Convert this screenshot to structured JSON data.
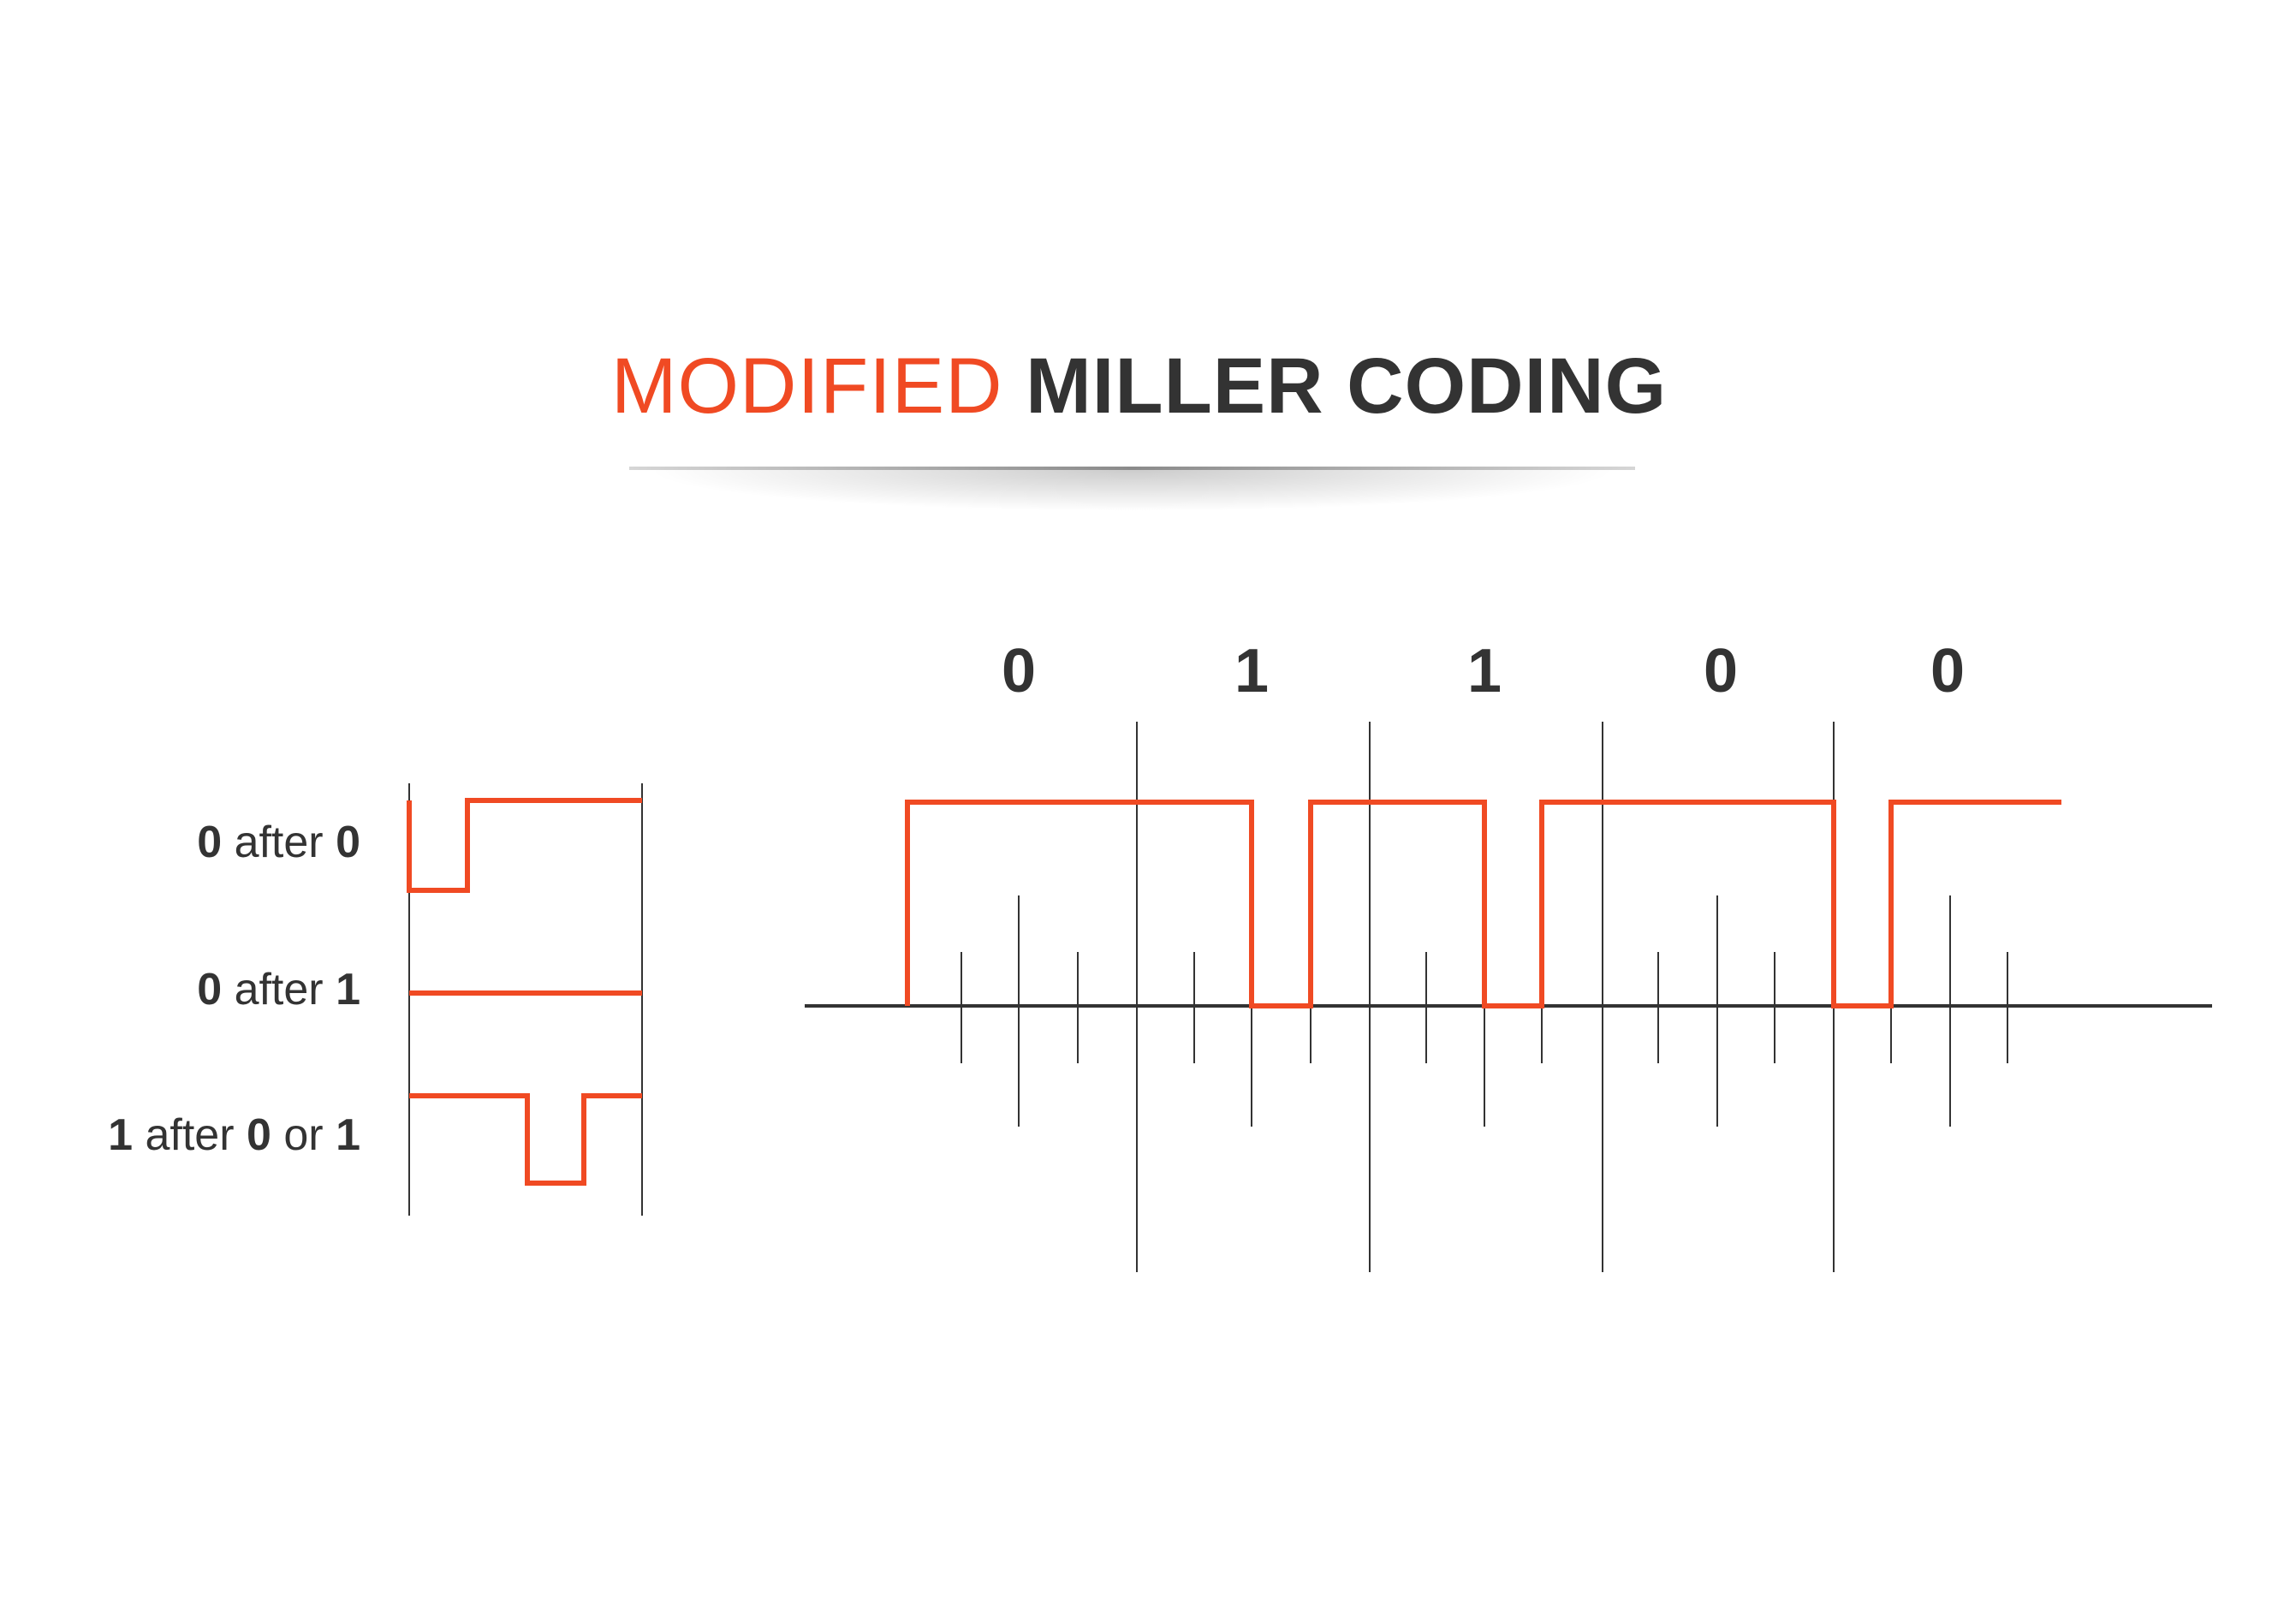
{
  "title": {
    "accent": "MODIFIED",
    "main": "MILLER CODING"
  },
  "legend": [
    {
      "bit": "0",
      "after": "after",
      "prev": "0",
      "or": "",
      "prev2": ""
    },
    {
      "bit": "0",
      "after": "after",
      "prev": "1",
      "or": "",
      "prev2": ""
    },
    {
      "bit": "1",
      "after": "after",
      "prev": "0",
      "or": "or",
      "prev2": "1"
    }
  ],
  "bits": [
    "0",
    "1",
    "1",
    "0",
    "0"
  ],
  "colors": {
    "signal": "#f04a23",
    "text": "#333333",
    "axis": "#333333"
  }
}
